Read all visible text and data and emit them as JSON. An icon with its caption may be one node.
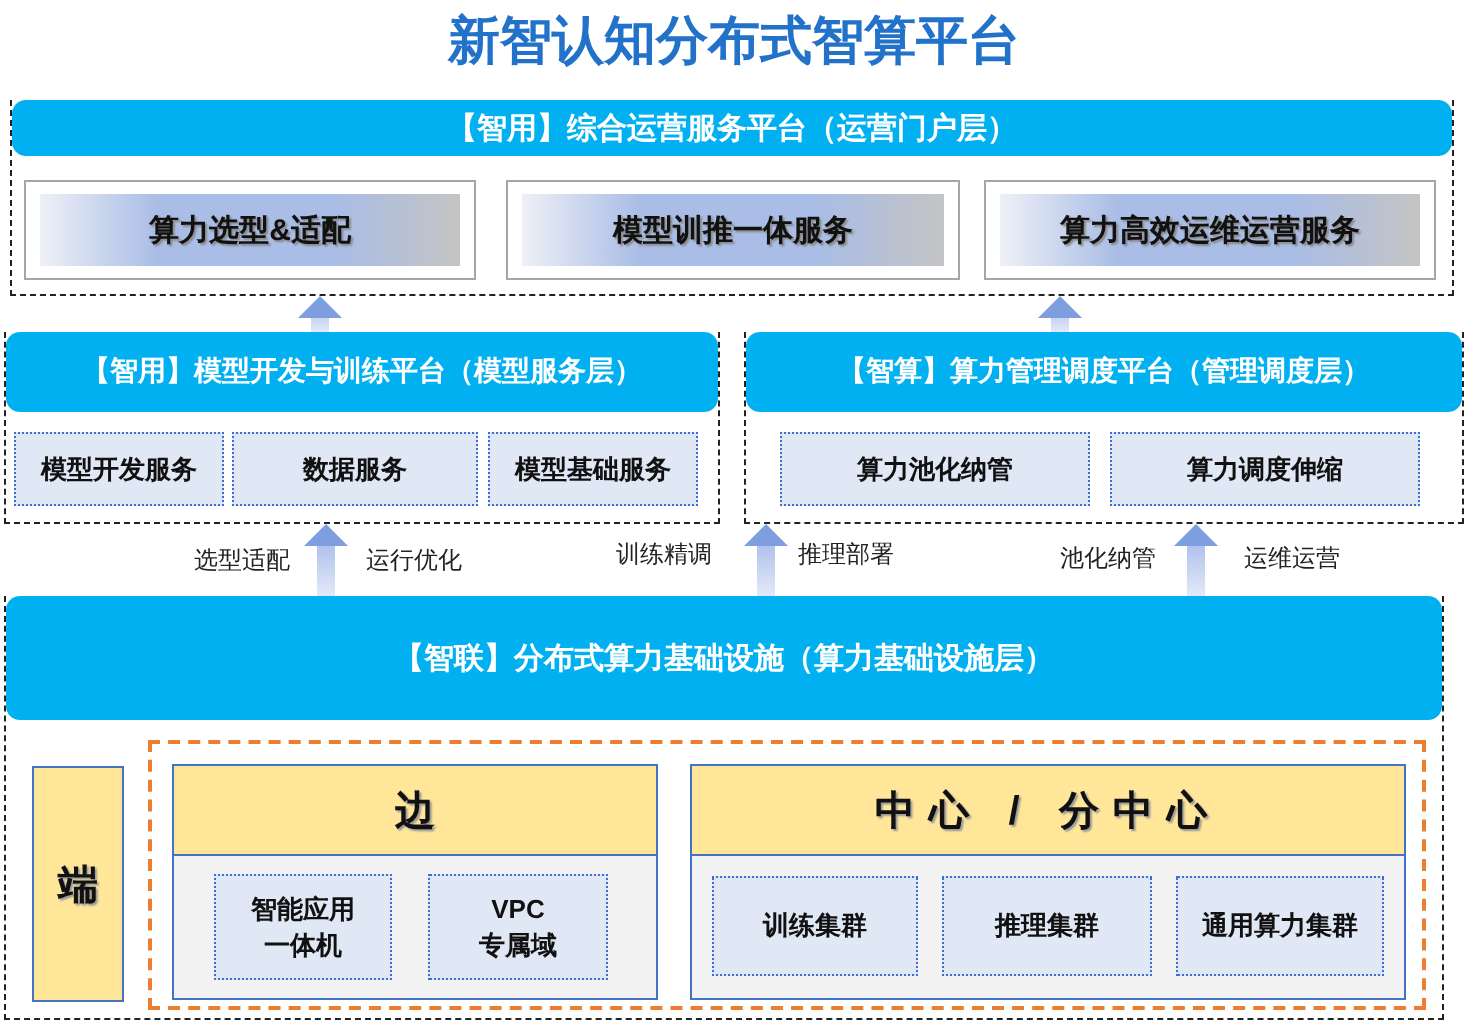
{
  "diagram": {
    "title": "新智认知分布式智算平台",
    "nodes": [
      {
        "text": [
          "【智用】综合运营服务平台（运营门户层）"
        ]
      },
      {
        "text": [
          "算力选型&适配"
        ],
        "in": 0
      },
      {
        "text": [
          "模型训推一体服务"
        ],
        "in": 0
      },
      {
        "text": [
          "算力高效运维运营服务"
        ],
        "in": 0
      },
      {
        "text": [
          "【智用】模型开发与训练平台（模型服务层）"
        ]
      },
      {
        "text": [
          "模型开发服务"
        ],
        "in": 4
      },
      {
        "text": [
          "数据服务"
        ],
        "in": 4
      },
      {
        "text": [
          "模型基础服务"
        ],
        "in": 4
      },
      {
        "text": [
          "【智算】算力管理调度平台（管理调度层）"
        ]
      },
      {
        "text": [
          "算力池化纳管"
        ],
        "in": 8
      },
      {
        "text": [
          "算力调度伸缩"
        ],
        "in": 8
      },
      {
        "text": [
          "【智联】分布式算力基础设施（算力基础设施层）"
        ]
      },
      {
        "text": [
          "端"
        ],
        "in": 11
      },
      {
        "text": [],
        "shape": "box",
        "in": 11
      },
      {
        "text": [
          "边"
        ],
        "in": 13
      },
      {
        "text": [
          "智能应用一体机"
        ],
        "in": 14
      },
      {
        "text": [
          "VPC 专属域"
        ],
        "in": 14
      },
      {
        "text": [
          "中心 / 分中心"
        ],
        "in": 13
      },
      {
        "text": [
          "训练集群"
        ],
        "in": 17
      },
      {
        "text": [
          "推理集群"
        ],
        "in": 17
      },
      {
        "text": [
          "通用算力集群"
        ],
        "in": 17
      }
    ],
    "edges": [
      {
        "from": 4,
        "to": 0,
        "arrow": "to"
      },
      {
        "from": 8,
        "to": 0,
        "arrow": "to"
      },
      {
        "from": 11,
        "to": 4,
        "arrow": "to"
      },
      {
        "from": 11,
        "to": 8,
        "arrow": "to"
      },
      {
        "from": 11,
        "to": 8,
        "arrow": "to"
      }
    ],
    "labels": [
      "选型适配",
      "运行优化",
      "训练精调",
      "推理部署",
      "池化纳管",
      "运维运营"
    ]
  }
}
